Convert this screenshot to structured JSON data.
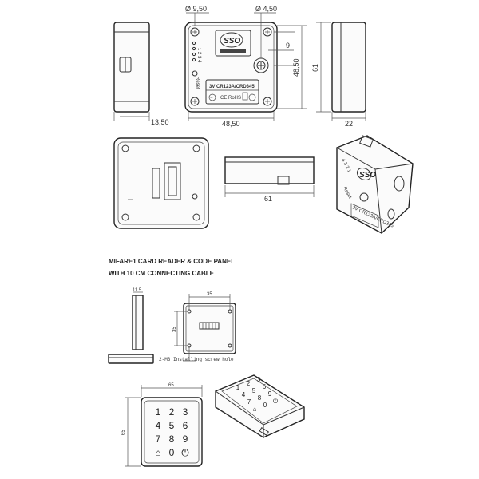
{
  "top": {
    "dim_hole_left": "Ø 9,50",
    "dim_hole_right": "Ø 4,50",
    "dim_offset": "9",
    "dim_height_front": "48,50",
    "dim_height_side": "61",
    "dim_depth_left": "13,50",
    "dim_width_front": "48,50",
    "dim_depth_right": "22",
    "label_battery": "3V CR123A/CRD345",
    "label_reset": "Reset",
    "label_ce": "CE RoHS",
    "label_leds": "1 2 3 4"
  },
  "middle": {
    "dim_length": "61",
    "label_battery_iso": "3V CR123A/CRD345",
    "label_reset_iso": "Reset",
    "label_leds_iso": "4 3 2 1"
  },
  "mifare": {
    "title_line1": "MIFARE1 CARD READER & CODE PANEL",
    "title_line2": "WITH 10 CM CONNECTING CABLE",
    "dim_thickness": "11.5",
    "dim_hole_spacing_h": "35",
    "dim_hole_spacing_v": "35",
    "screw_note": "2-M3  Installing screw hole",
    "dim_panel_width": "65",
    "dim_panel_height": "65"
  },
  "keypad": {
    "keys": [
      "1",
      "2",
      "3",
      "4",
      "5",
      "6",
      "7",
      "8",
      "9",
      "⌂",
      "0",
      "⏻"
    ]
  },
  "brand": {
    "logo_text": "SSO"
  }
}
